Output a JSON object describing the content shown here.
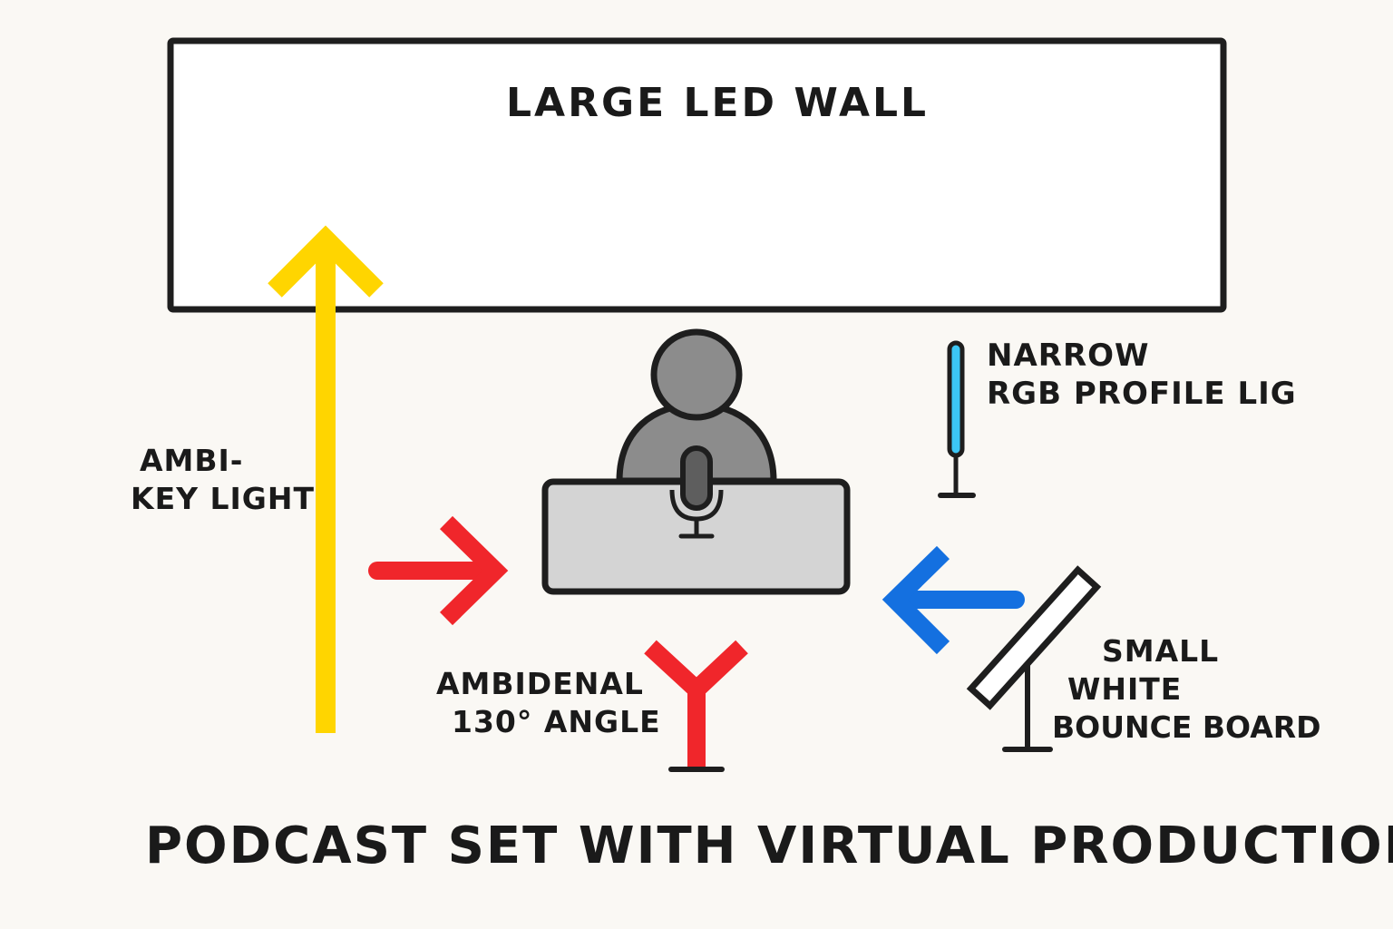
{
  "diagram": {
    "led_wall": {
      "label": "LARGE LED WALL"
    },
    "rgb_light": {
      "label_line1": "NARROW",
      "label_line2": "RGB PROFILE LIG"
    },
    "key_light": {
      "label_line1": "AMBI-",
      "label_line2": "KEY LIGHT"
    },
    "ambidenal": {
      "label_line1": "AMBIDENAL",
      "label_line2": "130° ANGLE"
    },
    "bounce_board": {
      "label_line1": "SMALL",
      "label_line2": "WHITE",
      "label_line3": "BOUNCE BOARD"
    },
    "title": "PODCAST SET WITH VIRTUAL PRODUCTION"
  },
  "colors": {
    "background": "#faf8f4",
    "outline": "#1e1e1e",
    "key_arrow": "#ffd500",
    "red_arrow": "#f0262b",
    "blue_arrow": "#1470e0",
    "rgb_tube": "#3cc6f5",
    "host": "#8c8c8c",
    "desk": "#d4d4d4",
    "mic": "#5e5e5e"
  },
  "icons": [
    "led-wall",
    "host-person-icon",
    "microphone-icon",
    "rgb-tube-light-icon",
    "bounce-board-icon",
    "y-stand-icon"
  ]
}
